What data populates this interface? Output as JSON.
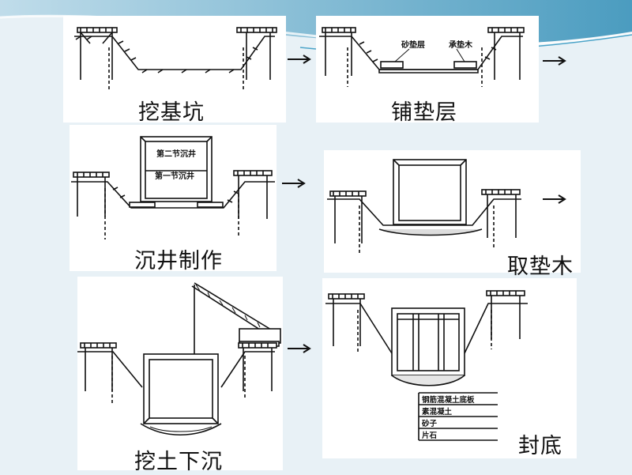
{
  "steps": [
    {
      "caption": "挖基坑"
    },
    {
      "caption": "铺垫层",
      "labels": [
        "砂垫层",
        "承垫木"
      ]
    },
    {
      "caption": "沉井制作",
      "labels": [
        "第二节沉井",
        "第一节沉井"
      ]
    },
    {
      "caption": "取垫木"
    },
    {
      "caption": "挖土下沉"
    },
    {
      "caption": "封底",
      "legend": [
        "钢筋混凝土底板",
        "素混凝土",
        "砂子",
        "片石"
      ]
    }
  ],
  "colors": {
    "background": "#e8f1f6",
    "accent": "#2c8fb6",
    "ink": "#111111"
  },
  "icons": [
    "arrow-right-icon"
  ]
}
